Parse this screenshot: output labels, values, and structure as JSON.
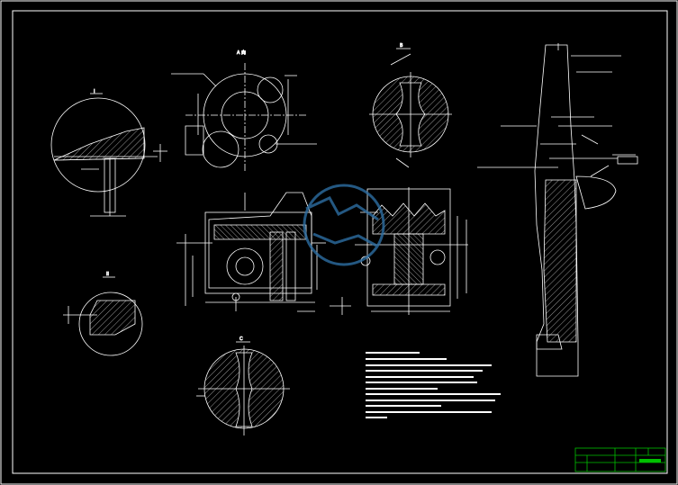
{
  "drawing": {
    "background": "#000000",
    "line_color": "#ffffff",
    "accent_color": "#2d6fa3",
    "title_block_color": "#00c000",
    "view_labels": {
      "detail_top_left": "I",
      "view_a": "A 向",
      "section_right": "B",
      "detail_mid_left": "II",
      "section_bottom": "C"
    }
  }
}
